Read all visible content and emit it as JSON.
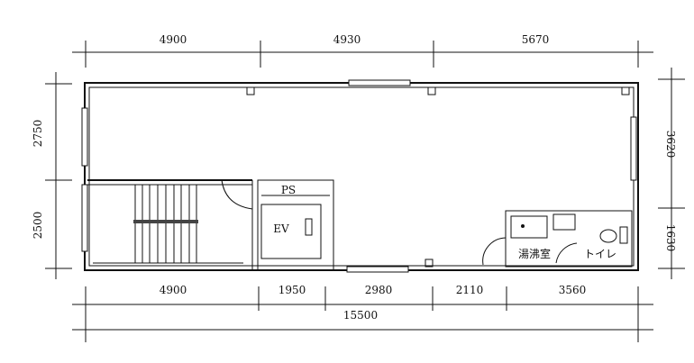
{
  "top_dims": [
    "4900",
    "4930",
    "5670"
  ],
  "bottom_dims": [
    "4900",
    "1950",
    "2980",
    "2110",
    "3560"
  ],
  "total_dim": "15500",
  "left_dims": [
    "2750",
    "2500"
  ],
  "right_dims": [
    "3620",
    "1630"
  ],
  "rooms": {
    "ps": "PS",
    "ev": "EV",
    "kitchen": "湯沸室",
    "toilet": "トイレ"
  }
}
